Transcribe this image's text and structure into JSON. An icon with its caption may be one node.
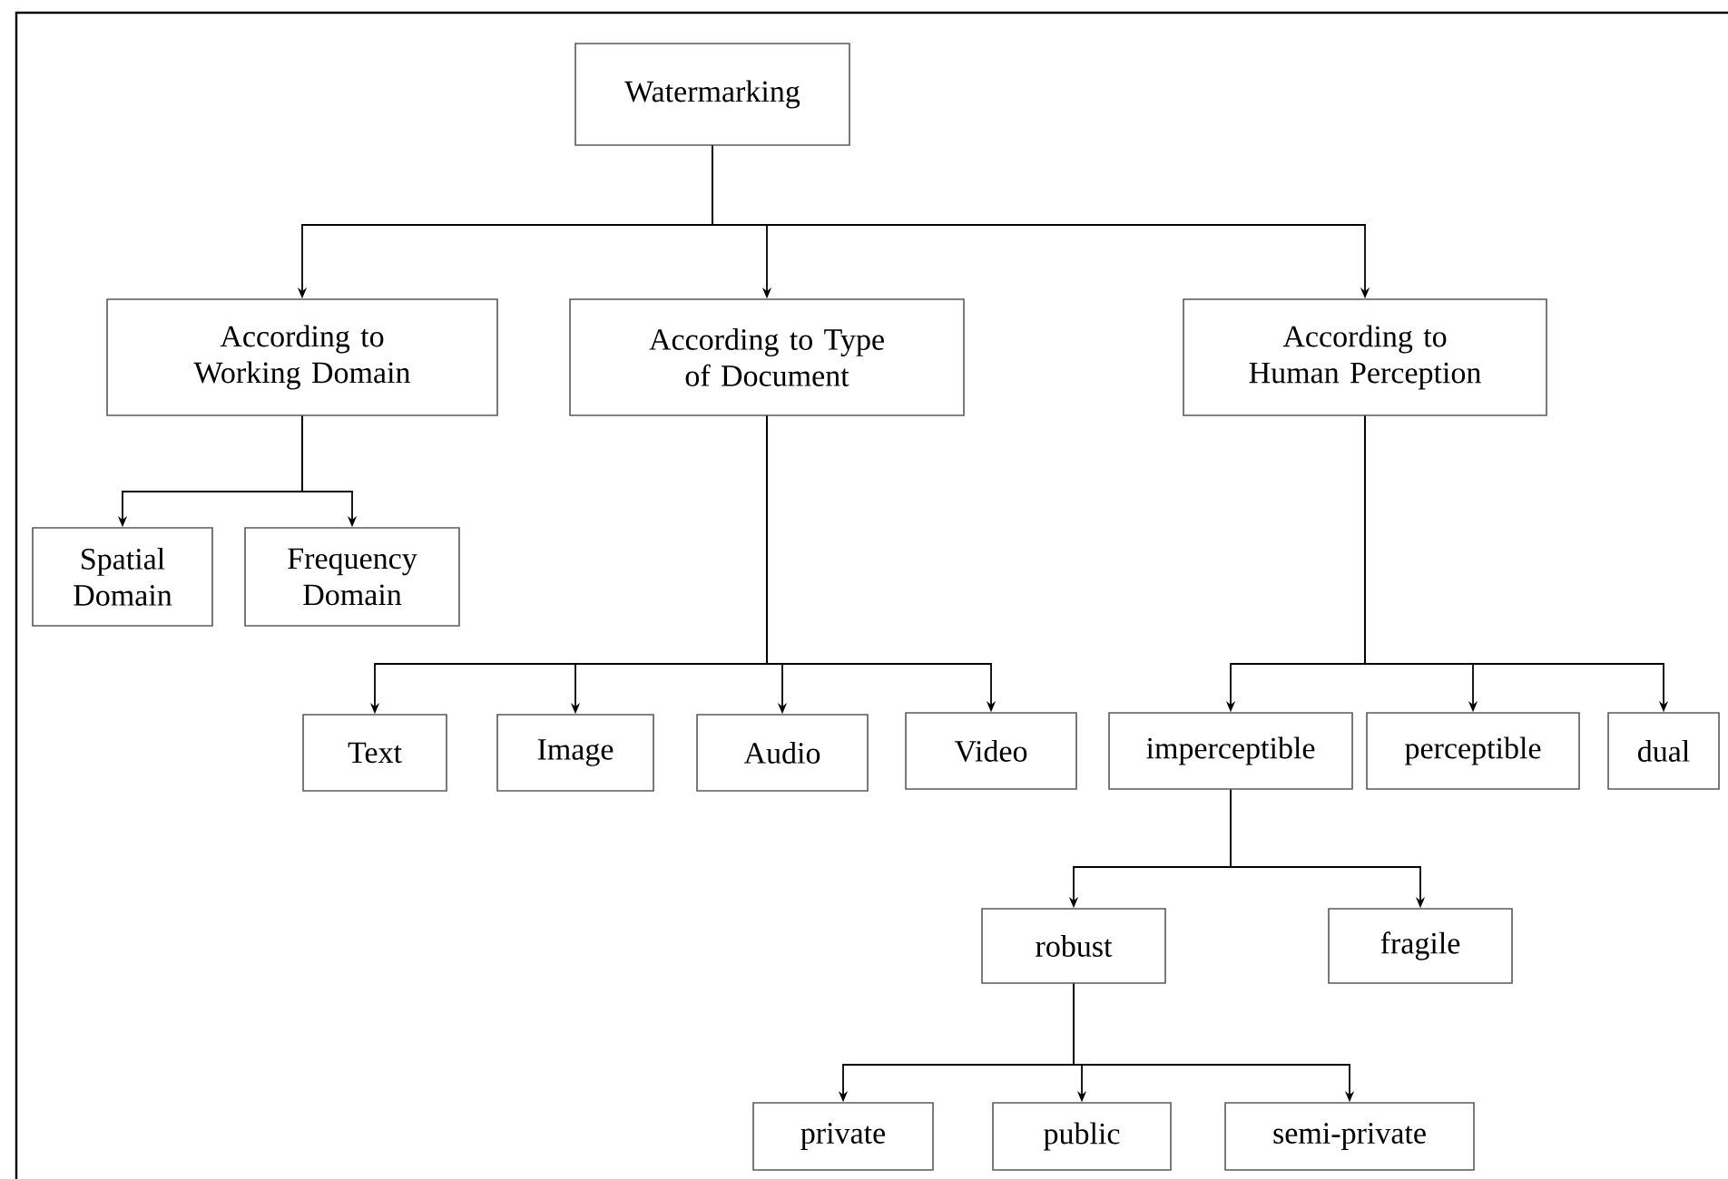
{
  "diagram": {
    "nodes": [
      {
        "text": [
          "Watermarking"
        ]
      },
      {
        "text": [
          "According to Working Domain"
        ]
      },
      {
        "text": [
          "According to Type of Document"
        ]
      },
      {
        "text": [
          "According to Human Perception"
        ]
      },
      {
        "text": [
          "Spatial Domain"
        ]
      },
      {
        "text": [
          "Frequency Domain"
        ]
      },
      {
        "text": [
          "Text"
        ]
      },
      {
        "text": [
          "Image"
        ]
      },
      {
        "text": [
          "Audio"
        ]
      },
      {
        "text": [
          "Video"
        ]
      },
      {
        "text": [
          "imperceptible"
        ]
      },
      {
        "text": [
          "perceptible"
        ]
      },
      {
        "text": [
          "dual"
        ]
      },
      {
        "text": [
          "robust"
        ]
      },
      {
        "text": [
          "fragile"
        ]
      },
      {
        "text": [
          "private"
        ]
      },
      {
        "text": [
          "public"
        ]
      },
      {
        "text": [
          "semi-private"
        ]
      }
    ],
    "edges": [
      {
        "from": 0,
        "to": 1,
        "arrow": "to"
      },
      {
        "from": 0,
        "to": 2,
        "arrow": "to"
      },
      {
        "from": 0,
        "to": 3,
        "arrow": "to"
      },
      {
        "from": 1,
        "to": 4,
        "arrow": "to"
      },
      {
        "from": 1,
        "to": 5,
        "arrow": "to"
      },
      {
        "from": 2,
        "to": 6,
        "arrow": "to"
      },
      {
        "from": 2,
        "to": 7,
        "arrow": "to"
      },
      {
        "from": 2,
        "to": 8,
        "arrow": "to"
      },
      {
        "from": 2,
        "to": 9,
        "arrow": "to"
      },
      {
        "from": 3,
        "to": 10,
        "arrow": "to"
      },
      {
        "from": 3,
        "to": 11,
        "arrow": "to"
      },
      {
        "from": 3,
        "to": 12,
        "arrow": "to"
      },
      {
        "from": 10,
        "to": 13,
        "arrow": "to"
      },
      {
        "from": 10,
        "to": 14,
        "arrow": "to"
      },
      {
        "from": 13,
        "to": 15,
        "arrow": "to"
      },
      {
        "from": 13,
        "to": 16,
        "arrow": "to"
      },
      {
        "from": 13,
        "to": 17,
        "arrow": "to"
      }
    ]
  }
}
